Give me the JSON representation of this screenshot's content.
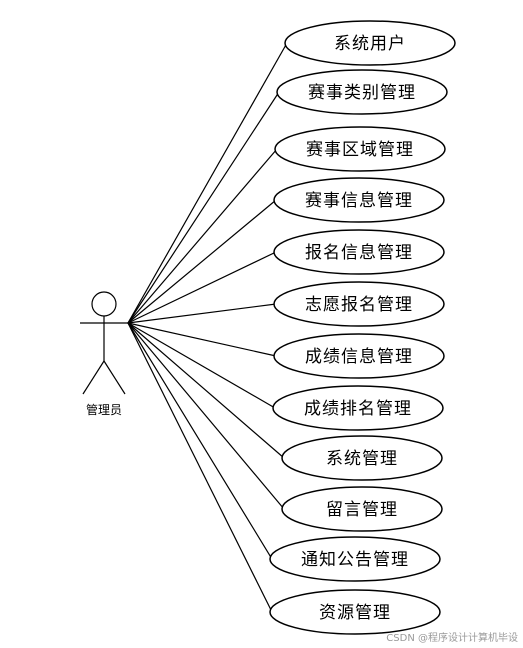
{
  "actor": {
    "label": "管理员"
  },
  "use_cases": [
    "系统用户",
    "赛事类别管理",
    "赛事区域管理",
    "赛事信息管理",
    "报名信息管理",
    "志愿报名管理",
    "成绩信息管理",
    "成绩排名管理",
    "系统管理",
    "留言管理",
    "通知公告管理",
    "资源管理"
  ],
  "watermark": "CSDN @程序设计计算机毕设"
}
